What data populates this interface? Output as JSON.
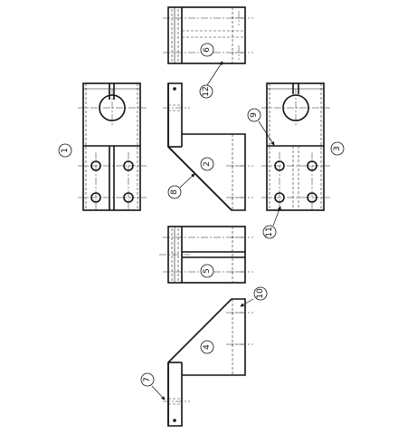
{
  "title": "",
  "views": [
    {
      "id": "1",
      "label": "1"
    },
    {
      "id": "2",
      "label": "2"
    },
    {
      "id": "3",
      "label": "3"
    },
    {
      "id": "4",
      "label": "4"
    },
    {
      "id": "5",
      "label": "5"
    },
    {
      "id": "6",
      "label": "6"
    }
  ],
  "callouts": [
    "7",
    "8",
    "9",
    "10",
    "11",
    "12"
  ]
}
